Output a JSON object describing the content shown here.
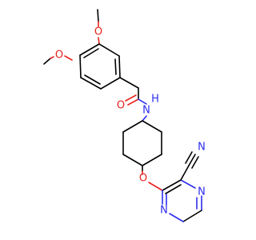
{
  "structure": {
    "atoms": {
      "o_top": {
        "label": "O",
        "color": "#e8231d"
      },
      "o_left": {
        "label": "O",
        "color": "#e8231d"
      },
      "o_carbonyl": {
        "label": "O",
        "color": "#e8231d"
      },
      "n_amide": {
        "label": "N",
        "color": "#2d2df0"
      },
      "h_amide": {
        "label": "H",
        "color": "#2d2df0"
      },
      "o_ether": {
        "label": "O",
        "color": "#e8231d"
      },
      "n_nitrile": {
        "label": "N",
        "color": "#2d2df0"
      },
      "n_pyrazine_upper": {
        "label": "N",
        "color": "#2d2df0"
      },
      "n_pyrazine_lower": {
        "label": "N",
        "color": "#2d2df0"
      }
    }
  }
}
